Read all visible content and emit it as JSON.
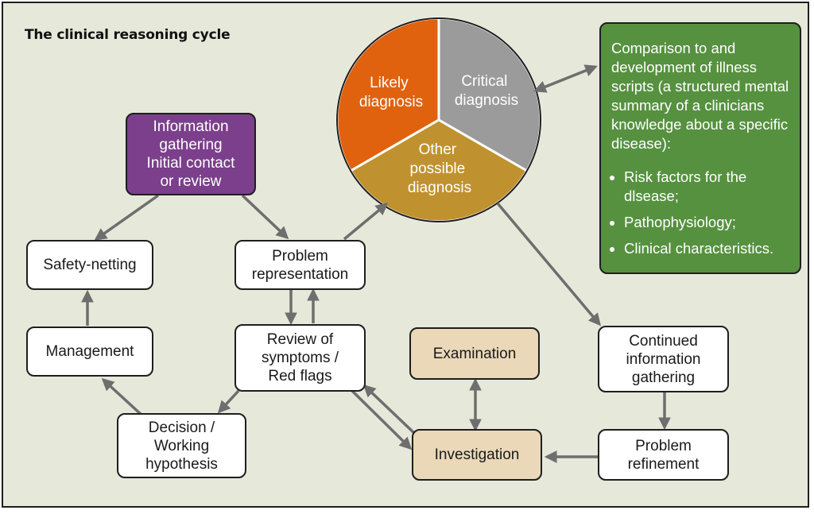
{
  "title": "The clinical reasoning cycle",
  "colors": {
    "background": "#e6e8d9",
    "likely": "#e0620f",
    "critical": "#9b9b9b",
    "other": "#c0922f",
    "purple": "#7b3f8c",
    "green": "#569140",
    "tan": "#ead8b8",
    "arrow": "#6e6e6e"
  },
  "pie": {
    "likely": [
      "Likely",
      "diagnosis"
    ],
    "critical": [
      "Critical",
      "diagnosis"
    ],
    "other": [
      "Other",
      "possible",
      "diagnosis"
    ]
  },
  "panel": {
    "intro": "Comparison to and development of illness scripts (a structured mental summary of a clinicians knowledge about a specific disease):",
    "bullets": [
      "Risk factors for the dlsease;",
      "Pathophysiology;",
      "Clinical characteristics."
    ]
  },
  "nodes": {
    "information_gathering": [
      "Information",
      "gathering",
      "Initial contact",
      "or review"
    ],
    "safety_netting": [
      "Safety-netting"
    ],
    "problem_representation": [
      "Problem",
      "representation"
    ],
    "management": [
      "Management"
    ],
    "review_symptoms": [
      "Review of",
      "symptoms /",
      "Red flags"
    ],
    "examination": [
      "Examination"
    ],
    "continued_information": [
      "Continued",
      "information",
      "gathering"
    ],
    "decision": [
      "Decision /",
      "Working",
      "hypothesis"
    ],
    "investigation": [
      "Investigation"
    ],
    "problem_refinement": [
      "Problem",
      "refinement"
    ]
  }
}
